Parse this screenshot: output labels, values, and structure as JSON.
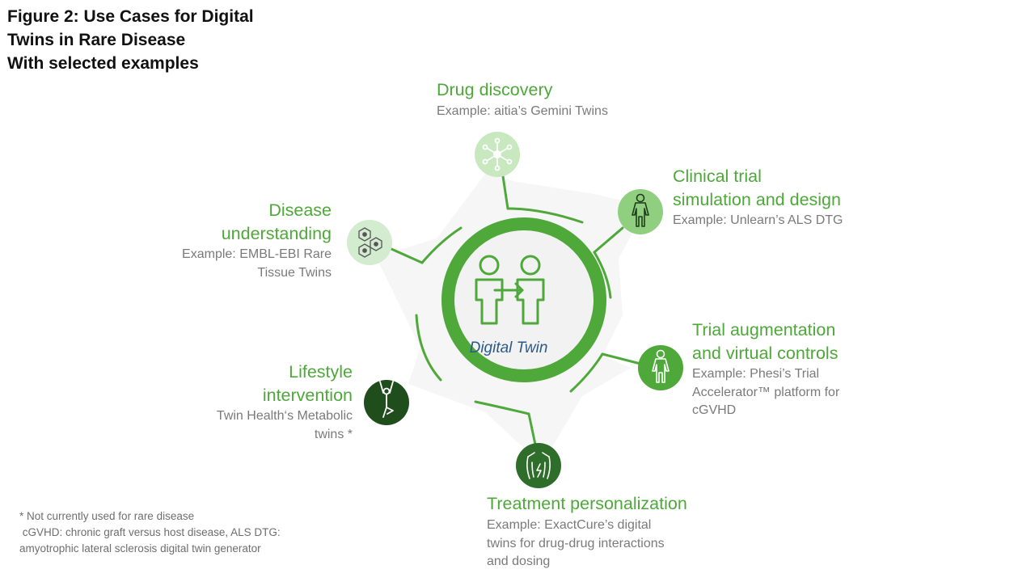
{
  "figure": {
    "title_lines": [
      "Figure 2: Use Cases for Digital",
      "Twins in Rare Disease",
      "With selected examples"
    ]
  },
  "center": {
    "label": "Digital Twin"
  },
  "use_cases": {
    "drug_discovery": {
      "title": "Drug discovery",
      "example_lines": [
        "Example: aitia’s Gemini Twins"
      ],
      "icon": "molecule-icon",
      "color": "#c8e8c0"
    },
    "clinical_trial": {
      "title_lines": [
        "Clinical trial",
        "simulation and design"
      ],
      "example_lines": [
        "Example: Unlearn’s ALS DTG"
      ],
      "icon": "human-body-icon",
      "color": "#8fcf7f"
    },
    "trial_augmentation": {
      "title_lines": [
        "Trial augmentation",
        "and virtual controls"
      ],
      "example_lines": [
        "Example: Phesi’s Trial",
        "Accelerator™ platform for",
        "cGVHD"
      ],
      "icon": "human-body-icon",
      "color": "#4ea83a"
    },
    "treatment_personalization": {
      "title": "Treatment personalization",
      "example_lines": [
        "Example:  ExactCure’s digital",
        "twins for drug-drug interactions",
        "and dosing"
      ],
      "icon": "torso-icon",
      "color": "#2e6e2a"
    },
    "lifestyle_intervention": {
      "title_lines": [
        "Lifestyle",
        "intervention"
      ],
      "example_lines": [
        "Twin Health‘s Metabolic",
        "twins *"
      ],
      "icon": "yoga-pose-icon",
      "color": "#1f4d1c"
    },
    "disease_understanding": {
      "title_lines": [
        "Disease",
        "understanding"
      ],
      "example_lines": [
        "Example: EMBL-EBI Rare",
        "Tissue Twins"
      ],
      "icon": "cells-icon",
      "color": "#d3ecd0"
    }
  },
  "footnotes": {
    "lines": [
      "* Not currently used for rare disease",
      " cGVHD: chronic graft versus host disease, ALS DTG:",
      "amyotrophic lateral sclerosis digital twin generator"
    ]
  },
  "colors": {
    "accent_green": "#4ea83a",
    "label_green": "#4ea83a",
    "center_fill": "#f2f2f2",
    "center_label": "#2c5a88",
    "example_gray": "#7a7a7a"
  }
}
